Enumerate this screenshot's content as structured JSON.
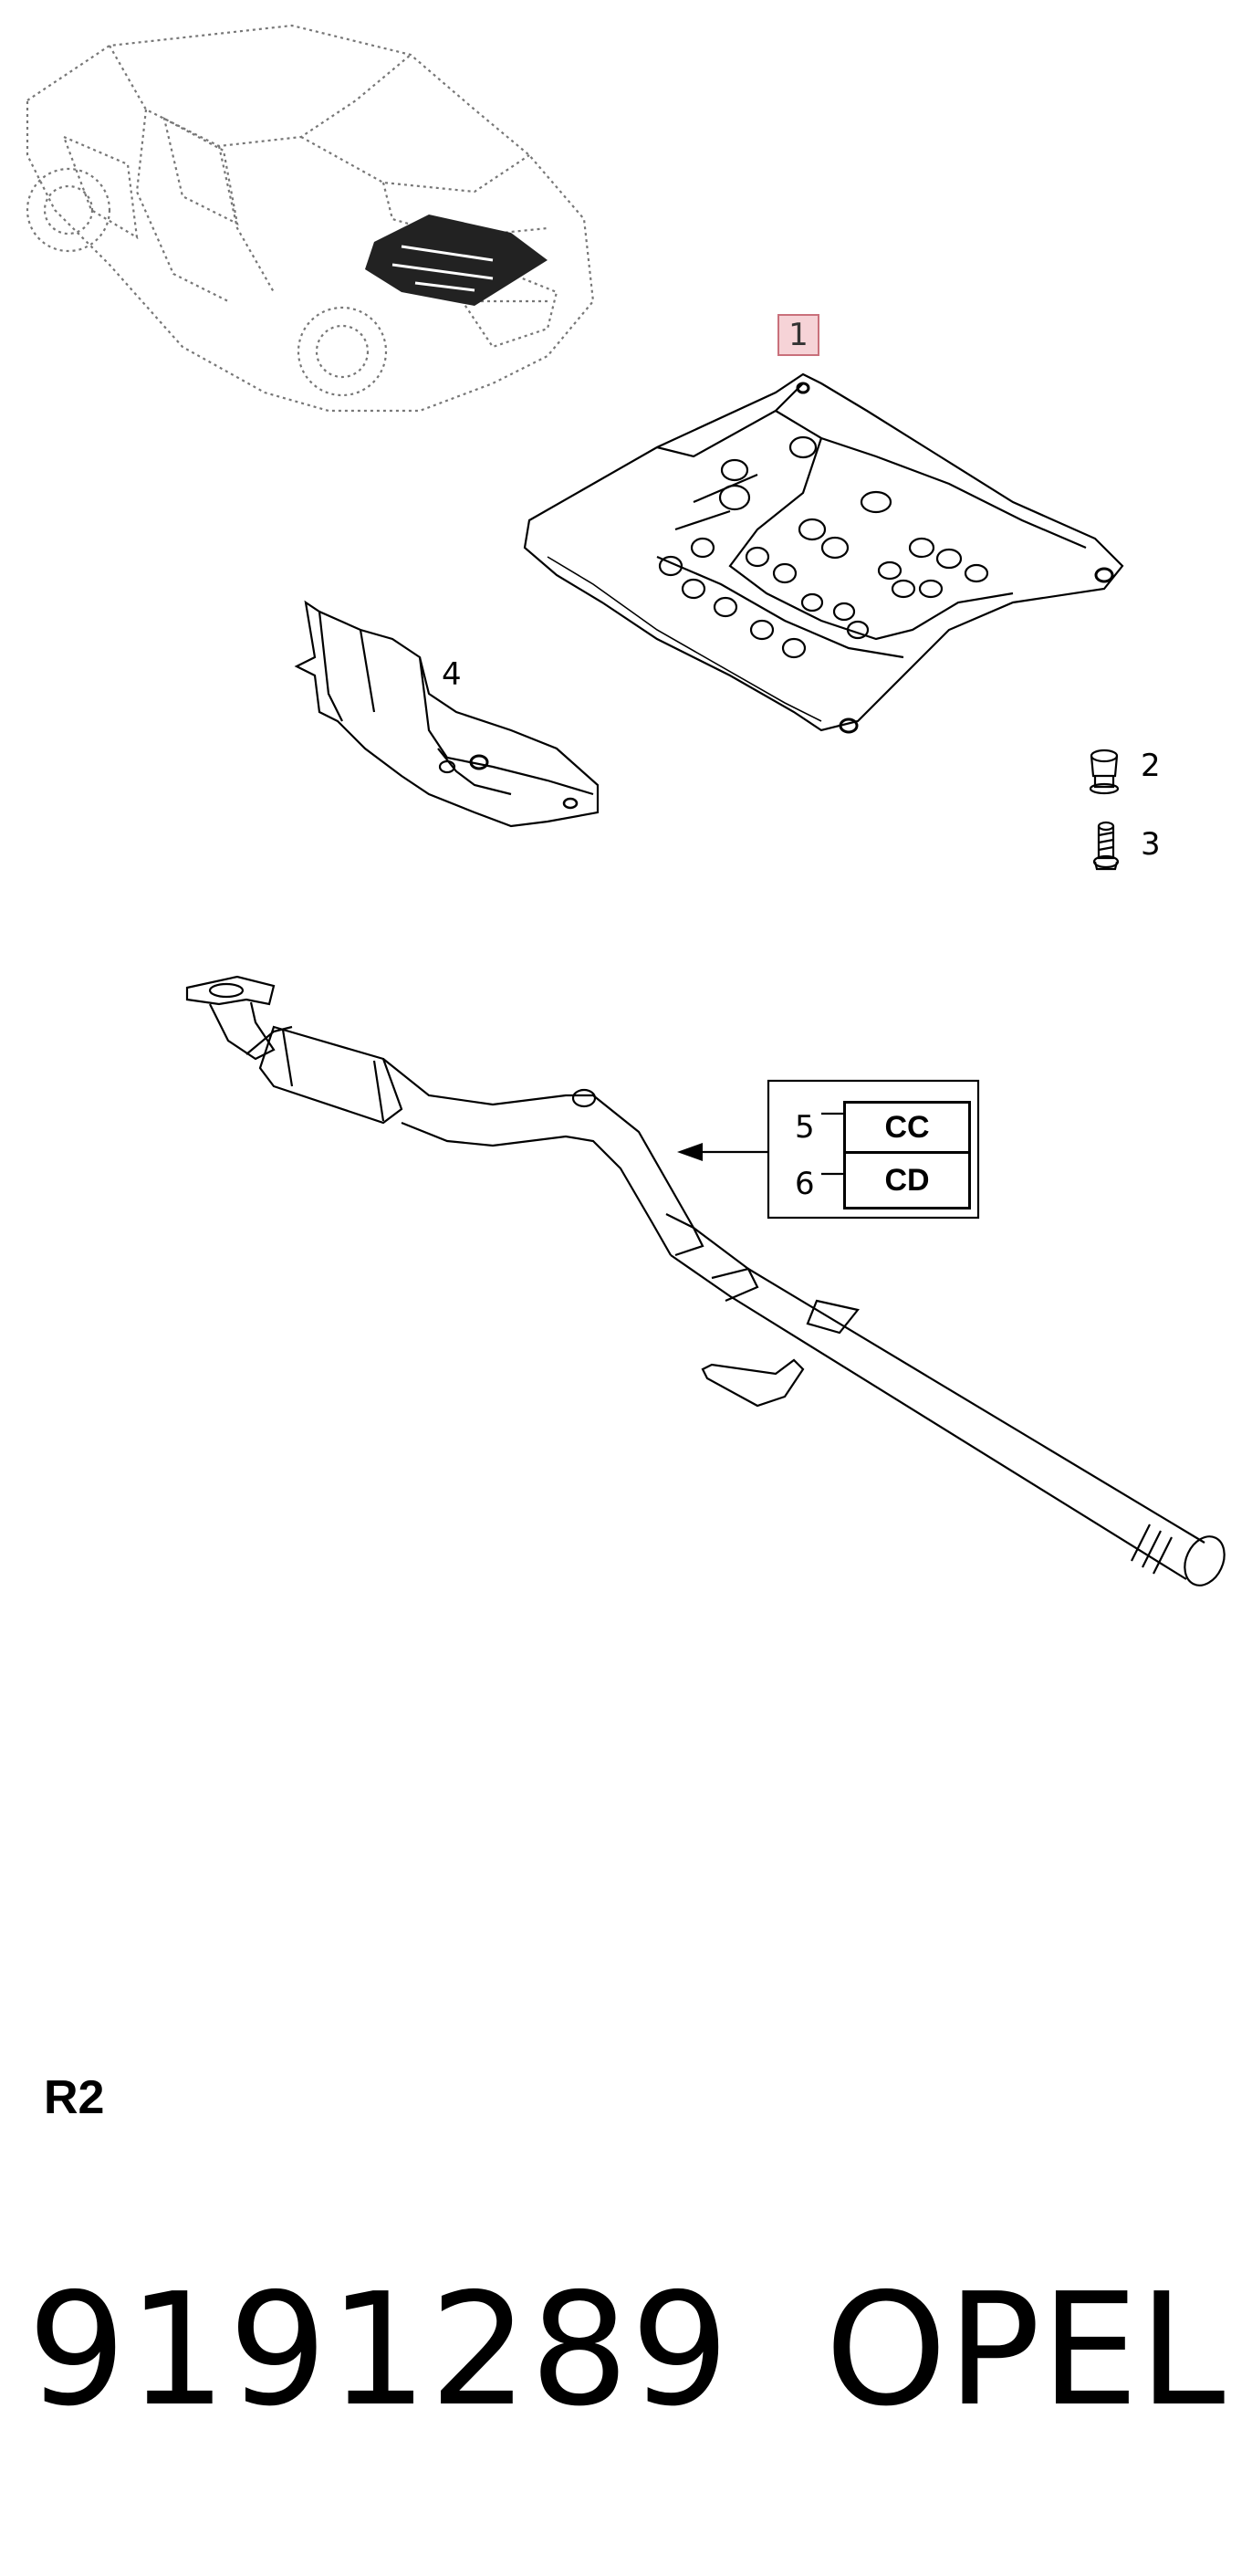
{
  "callouts": {
    "c1": "1",
    "c2": "2",
    "c3": "3",
    "c4": "4",
    "c5": "5",
    "c6": "6"
  },
  "variant_table": {
    "rows": [
      {
        "ref": "5",
        "code": "CC"
      },
      {
        "ref": "6",
        "code": "CD"
      }
    ]
  },
  "section_code": "R2",
  "part_number": "9191289",
  "brand": "OPEL",
  "colors": {
    "highlight_fill": "#f6d3d7",
    "highlight_border": "#c9707b",
    "line": "#000000",
    "dotted_car": "#777777"
  },
  "icons": [
    "car-outline-icon",
    "underbody-shield-icon",
    "heat-shield-icon",
    "screw-icon",
    "bolt-icon",
    "exhaust-pipe-icon",
    "arrow-icon"
  ]
}
